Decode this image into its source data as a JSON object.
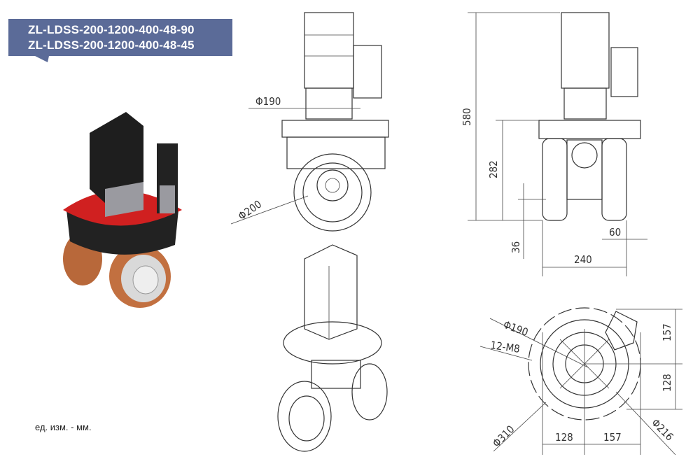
{
  "banner": {
    "lines": [
      "ZL-LDSS-200-1200-400-48-90",
      "ZL-LDSS-200-1200-400-48-45"
    ],
    "color": "#5b6b98"
  },
  "unit_note": "ед. изм. - мм.",
  "front_view": {
    "dims": [
      "Φ190",
      "Φ200"
    ]
  },
  "side_view": {
    "dims": [
      "580",
      "282",
      "36",
      "60",
      "240"
    ]
  },
  "bottom_view": {
    "dims": [
      "Φ190",
      "12-M8",
      "Φ310",
      "Φ216",
      "157",
      "128",
      "128",
      "157"
    ]
  }
}
